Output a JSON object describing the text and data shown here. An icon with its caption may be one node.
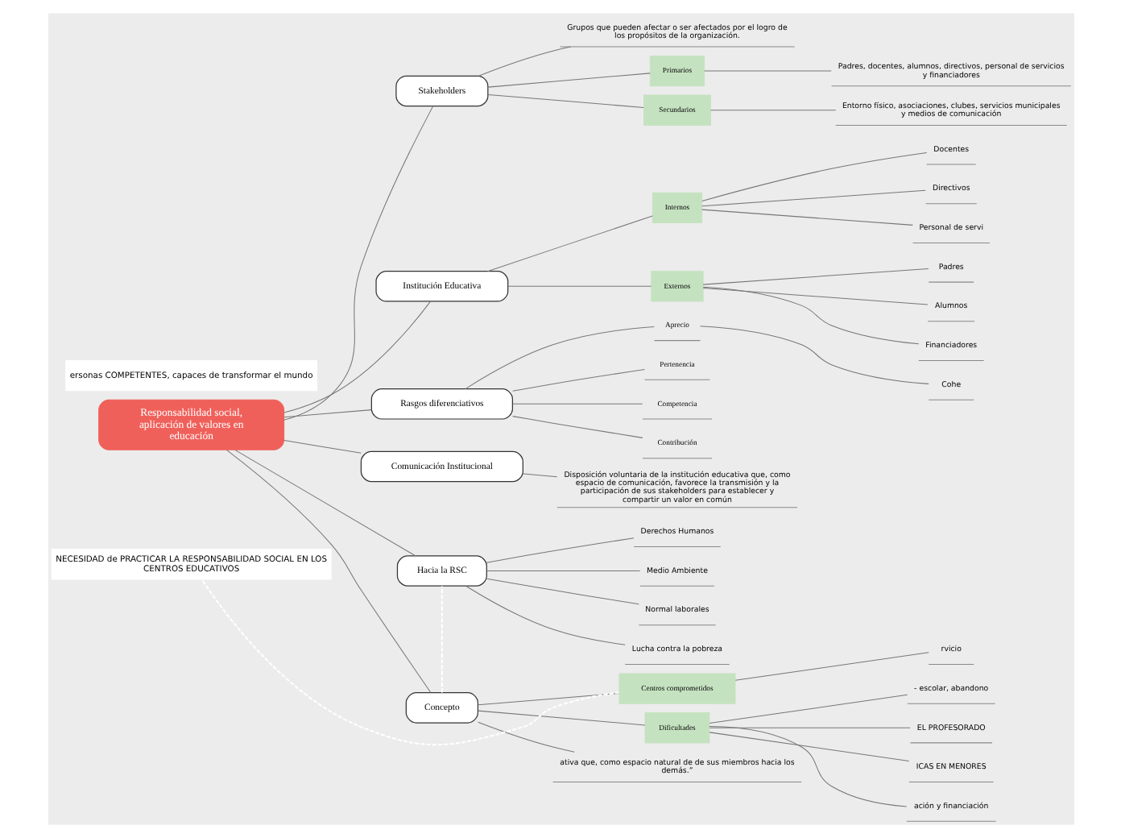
{
  "diagram": {
    "nodes": [
      {
        "text": [
          "Responsabilidad social, aplicación de valores en educación"
        ]
      },
      {
        "text": [
          "Stakeholders"
        ]
      },
      {
        "text": [
          "Grupos que pueden afectar o ser afectados por el logro de los propósitos de la organización."
        ]
      },
      {
        "text": [
          "Primarios"
        ]
      },
      {
        "text": [
          "Padres, docentes, alumnos, directivos, personal de servicios y financiadores"
        ]
      },
      {
        "text": [
          "Secundarios"
        ]
      },
      {
        "text": [
          "Entorno físico, asociaciones, clubes, servicios municipales y medios de comunicación"
        ]
      },
      {
        "text": [
          "Institución Educativa"
        ]
      },
      {
        "text": [
          "Internos"
        ]
      },
      {
        "text": [
          "Docentes"
        ]
      },
      {
        "text": [
          "Directivos"
        ]
      },
      {
        "text": [
          "Personal de servi"
        ]
      },
      {
        "text": [
          "Externos"
        ]
      },
      {
        "text": [
          "Padres"
        ]
      },
      {
        "text": [
          "Alumnos"
        ]
      },
      {
        "text": [
          "Financiadores"
        ]
      },
      {
        "text": [
          "Rasgos diferenciativos"
        ]
      },
      {
        "text": [
          "Aprecio"
        ]
      },
      {
        "text": [
          "Cohe"
        ]
      },
      {
        "text": [
          "Pertenencia"
        ]
      },
      {
        "text": [
          "Competencia"
        ]
      },
      {
        "text": [
          "Contribución"
        ]
      },
      {
        "text": [
          "Comunicación Institucional"
        ]
      },
      {
        "text": [
          "Disposición voluntaria de la institución educativa que, como espacio de comunicación, favorece la transmisión y la participación de sus stakeholders para establecer y compartir un valor en común"
        ]
      },
      {
        "text": [
          "Hacia la RSC"
        ]
      },
      {
        "text": [
          "Derechos Humanos"
        ]
      },
      {
        "text": [
          "Medio Ambiente"
        ]
      },
      {
        "text": [
          "Normal laborales"
        ]
      },
      {
        "text": [
          "Lucha contra la pobreza"
        ]
      },
      {
        "text": [
          "Concepto"
        ]
      },
      {
        "text": [
          "NECESIDAD de PRACTICAR LA RESPONSABILIDAD SOCIAL EN LOS CENTROS EDUCATIVOS"
        ]
      },
      {
        "text": [
          "Centros comprometidos"
        ]
      },
      {
        "text": [
          "rvicio"
        ]
      },
      {
        "text": [
          "Dificultades"
        ]
      },
      {
        "text": [
          "- escolar, abandono"
        ]
      },
      {
        "text": [
          "EL PROFESORADO"
        ]
      },
      {
        "text": [
          "ICAS EN MENORES"
        ]
      },
      {
        "text": [
          "ación y financiación"
        ]
      },
      {
        "text": [
          "ativa que, como espacio natural de de sus miembros hacia los demás.”"
        ]
      },
      {
        "text": [
          "ersonas COMPETENTES, capaces de transformar el mundo"
        ]
      }
    ],
    "edges": [
      {
        "from": 0,
        "to": 1,
        "arrow": "none"
      },
      {
        "from": 1,
        "to": 2,
        "arrow": "none"
      },
      {
        "from": 1,
        "to": 3,
        "arrow": "none"
      },
      {
        "from": 3,
        "to": 4,
        "arrow": "none"
      },
      {
        "from": 1,
        "to": 5,
        "arrow": "none"
      },
      {
        "from": 5,
        "to": 6,
        "arrow": "none"
      },
      {
        "from": 0,
        "to": 7,
        "arrow": "none"
      },
      {
        "from": 7,
        "to": 8,
        "arrow": "none"
      },
      {
        "from": 8,
        "to": 9,
        "arrow": "none"
      },
      {
        "from": 8,
        "to": 10,
        "arrow": "none"
      },
      {
        "from": 8,
        "to": 11,
        "arrow": "none"
      },
      {
        "from": 7,
        "to": 12,
        "arrow": "none"
      },
      {
        "from": 12,
        "to": 13,
        "arrow": "none"
      },
      {
        "from": 12,
        "to": 14,
        "arrow": "none"
      },
      {
        "from": 12,
        "to": 15,
        "arrow": "none"
      },
      {
        "from": 0,
        "to": 16,
        "arrow": "none"
      },
      {
        "from": 16,
        "to": 17,
        "arrow": "none"
      },
      {
        "from": 17,
        "to": 18,
        "arrow": "none"
      },
      {
        "from": 16,
        "to": 19,
        "arrow": "none"
      },
      {
        "from": 16,
        "to": 20,
        "arrow": "none"
      },
      {
        "from": 16,
        "to": 21,
        "arrow": "none"
      },
      {
        "from": 0,
        "to": 22,
        "arrow": "none"
      },
      {
        "from": 22,
        "to": 23,
        "arrow": "none"
      },
      {
        "from": 0,
        "to": 24,
        "arrow": "none"
      },
      {
        "from": 24,
        "to": 25,
        "arrow": "none"
      },
      {
        "from": 24,
        "to": 26,
        "arrow": "none"
      },
      {
        "from": 24,
        "to": 27,
        "arrow": "none"
      },
      {
        "from": 24,
        "to": 28,
        "arrow": "none"
      },
      {
        "from": 0,
        "to": 29,
        "arrow": "none"
      },
      {
        "from": 29,
        "to": 31,
        "arrow": "none"
      },
      {
        "from": 31,
        "to": 32,
        "arrow": "none"
      },
      {
        "from": 29,
        "to": 33,
        "arrow": "none"
      },
      {
        "from": 33,
        "to": 34,
        "arrow": "none"
      },
      {
        "from": 33,
        "to": 35,
        "arrow": "none"
      },
      {
        "from": 33,
        "to": 36,
        "arrow": "none"
      },
      {
        "from": 33,
        "to": 37,
        "arrow": "none"
      },
      {
        "from": 29,
        "to": 38,
        "arrow": "none"
      },
      {
        "from": 31,
        "to": 30,
        "arrow": "none",
        "style": "dashed",
        "color": "#ffffff"
      },
      {
        "from": 29,
        "to": 24,
        "arrow": "none",
        "style": "dashed",
        "color": "#ffffff"
      }
    ]
  }
}
